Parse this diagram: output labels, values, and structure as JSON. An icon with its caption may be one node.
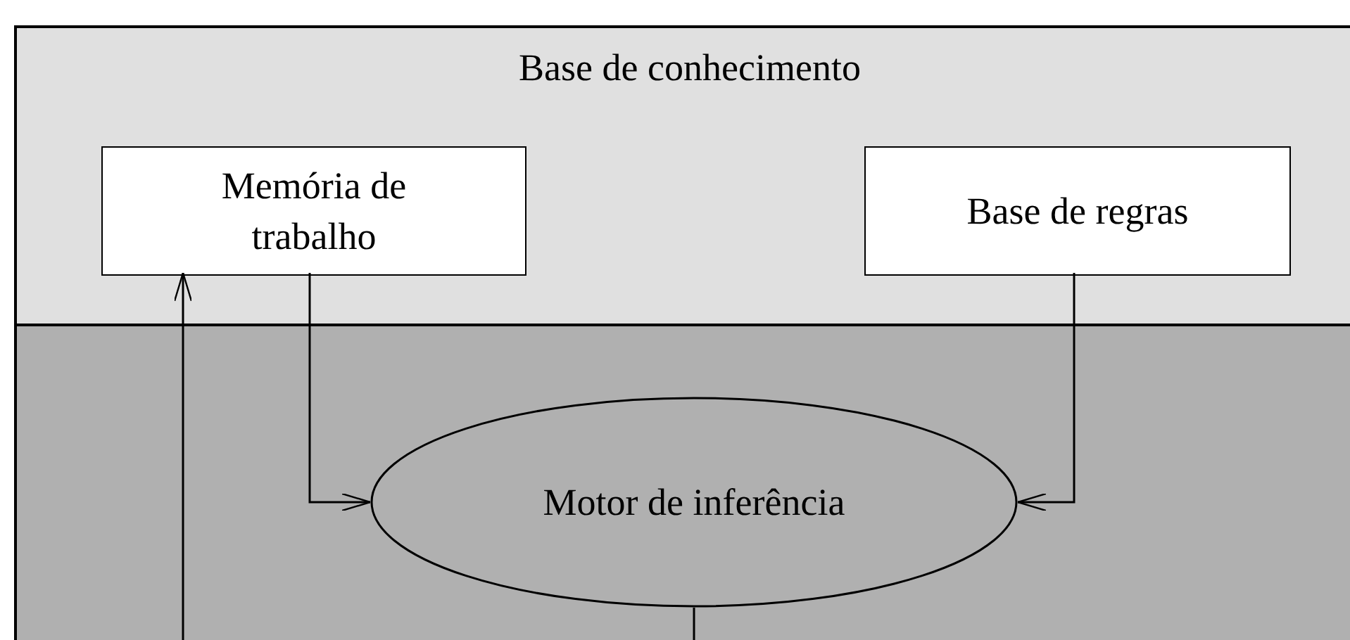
{
  "diagram": {
    "nodes": [
      {
        "text": [
          "Base de conhecimento"
        ]
      },
      {
        "text": [
          "Memória de trabalho"
        ],
        "in": 0
      },
      {
        "text": [
          "Base de regras"
        ],
        "in": 0
      },
      {
        "text": [
          "Motor de inferência"
        ]
      }
    ],
    "edges": [
      {
        "from": 1,
        "to": 3,
        "arrow": "to"
      },
      {
        "from": 2,
        "to": 3,
        "arrow": "to"
      },
      {
        "from": null,
        "to": 1,
        "arrow": "to"
      },
      {
        "from": 3,
        "to": null,
        "arrow": "none"
      }
    ]
  }
}
